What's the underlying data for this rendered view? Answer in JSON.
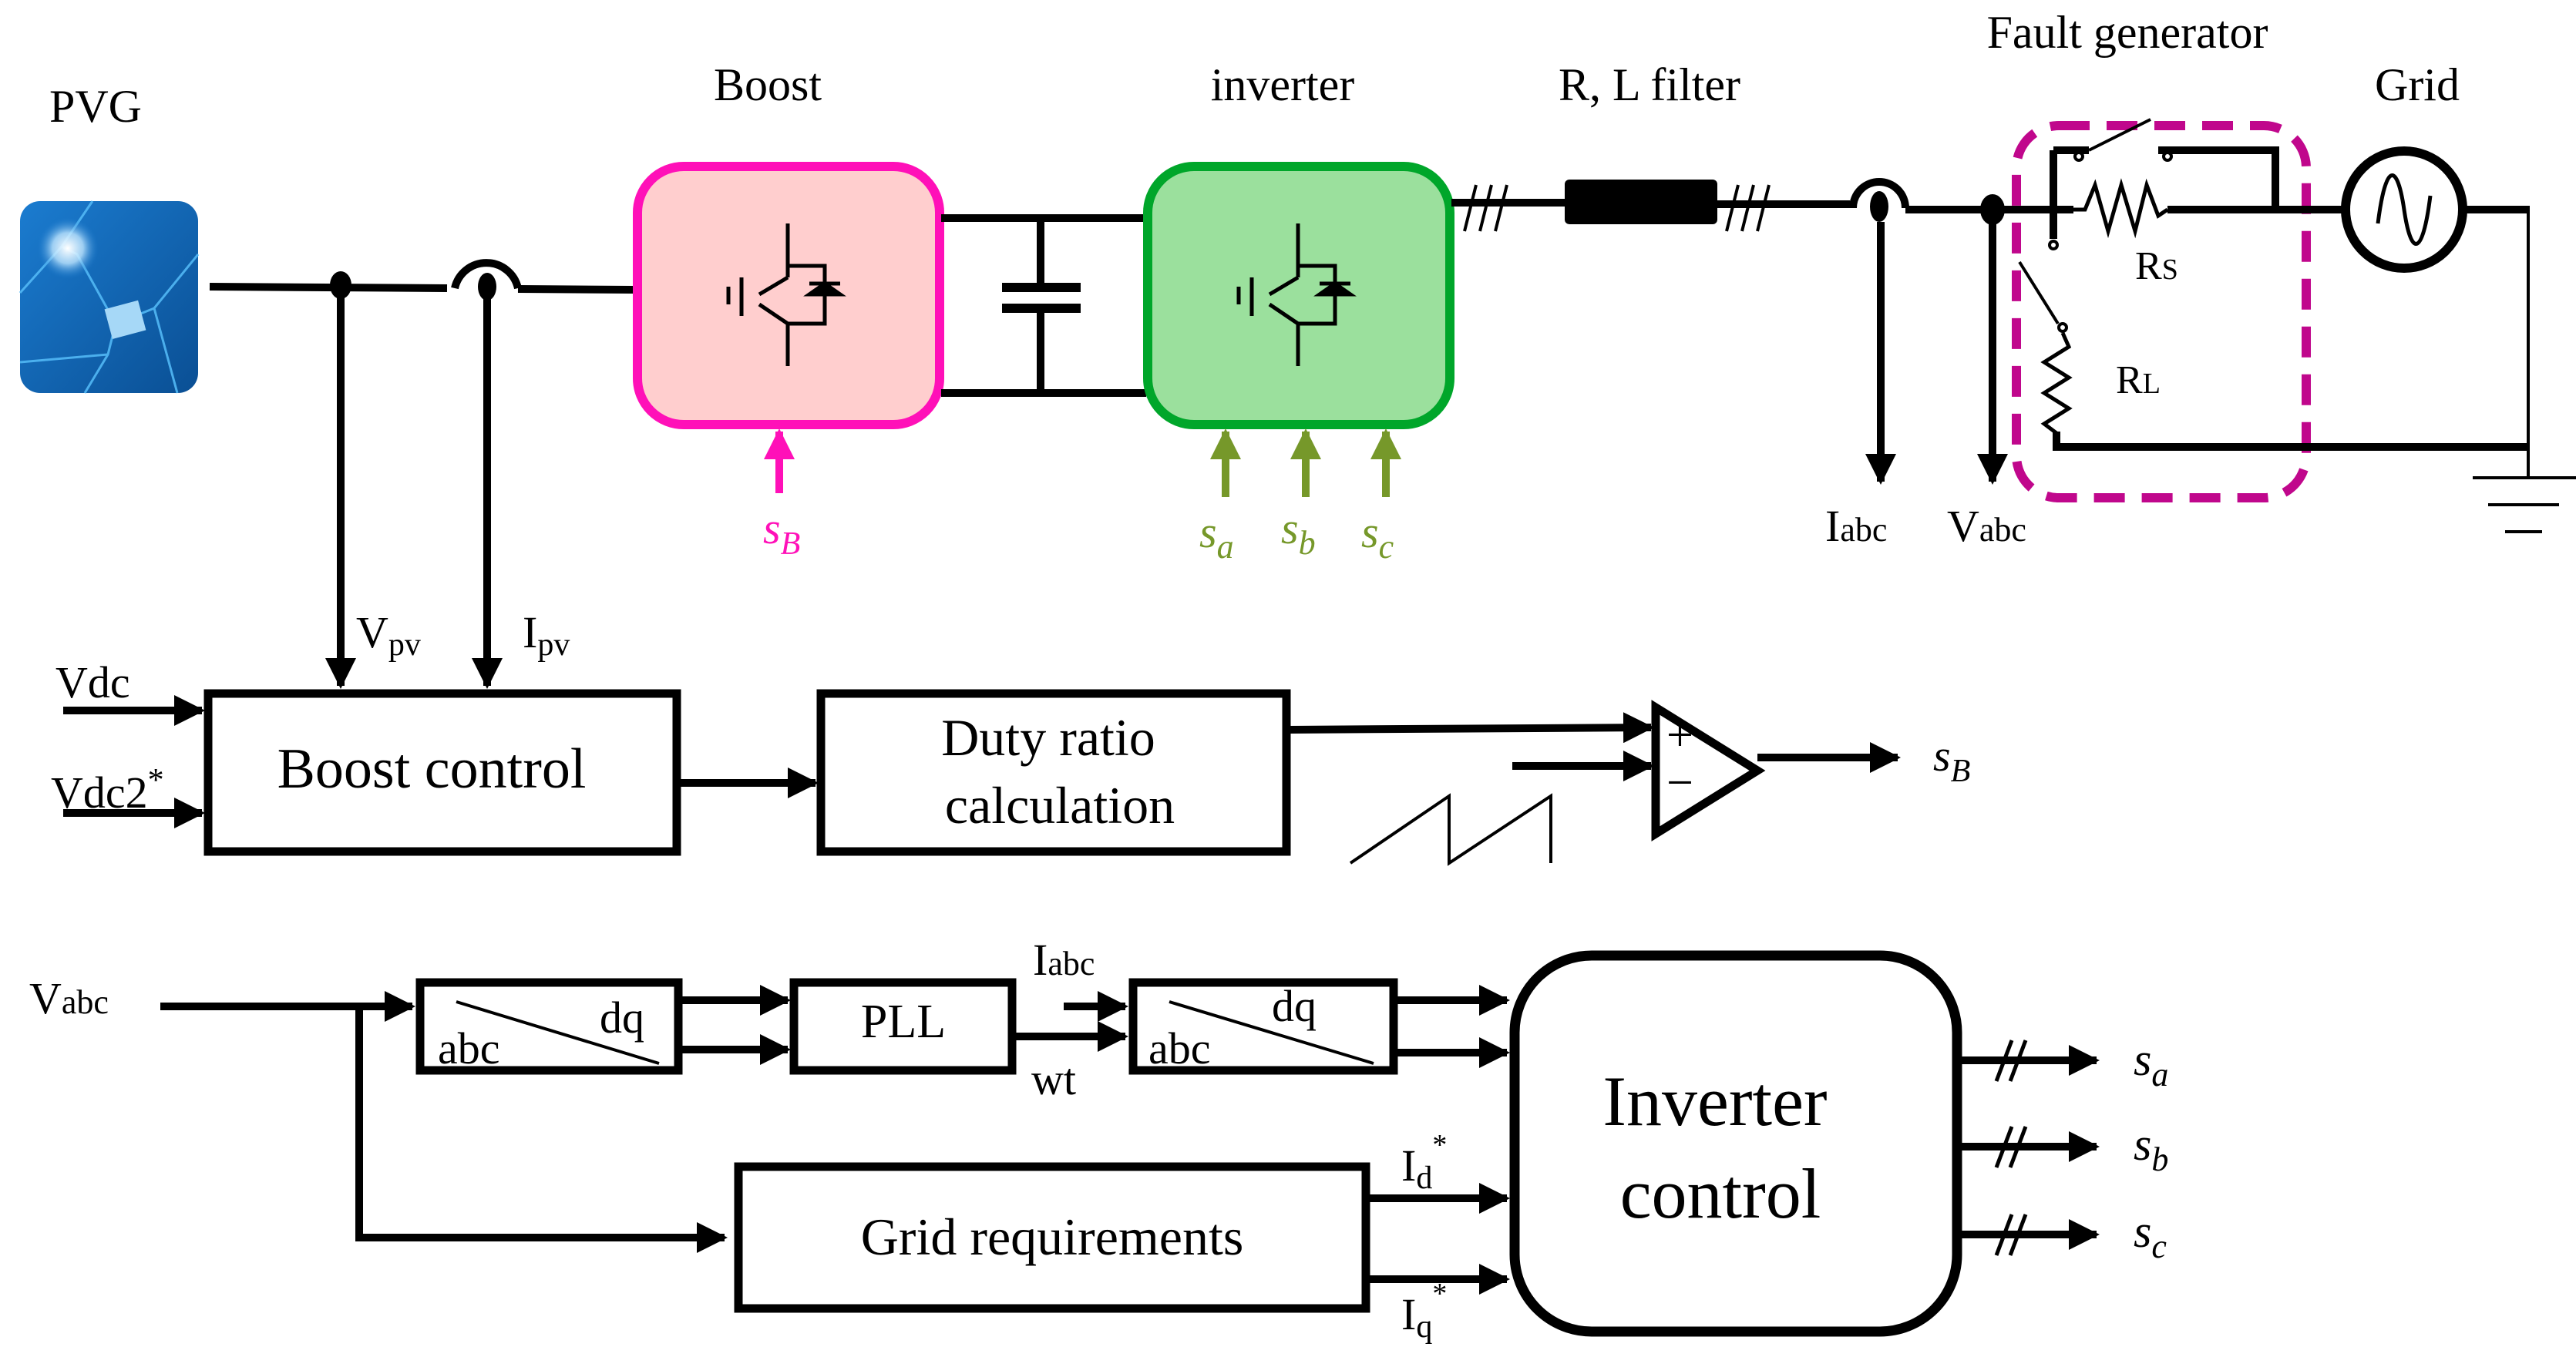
{
  "diagram": {
    "title_labels": {
      "pvg": "PVG",
      "boost": "Boost",
      "inverter": "inverter",
      "filter": "R, L filter",
      "fault_generator": "Fault generator",
      "grid": "Grid"
    },
    "colors": {
      "boost_border": "#ff10b8",
      "boost_fill": "#ffcece",
      "inverter_border": "#00a62a",
      "inverter_fill": "#9be09d",
      "inverter_gate_arrow": "#76982a",
      "fault_border": "#c0078c",
      "pv_panel": "#0b5fa8"
    },
    "power_stage": {
      "boost_gate": {
        "base": "s",
        "sub": "B"
      },
      "inverter_gates": [
        {
          "base": "s",
          "sub": "a"
        },
        {
          "base": "s",
          "sub": "b"
        },
        {
          "base": "s",
          "sub": "c"
        }
      ],
      "measurements": {
        "current": {
          "base": "I",
          "sub": "abc"
        },
        "voltage": {
          "base": "V",
          "sub": "abc"
        }
      },
      "fault": {
        "rs": {
          "base": "R",
          "sub": "S"
        },
        "rl": {
          "base": "R",
          "sub": "L"
        }
      }
    },
    "boost_loop": {
      "vpv": {
        "base": "V",
        "sub": "pv"
      },
      "ipv": {
        "base": "I",
        "sub": "pv"
      },
      "vdc": "Vdc",
      "vdc2": "Vdc2",
      "vdc2_star": "*",
      "boost_control": "Boost control",
      "duty_line1": "Duty ratio",
      "duty_line2": "calculation",
      "plus": "+",
      "minus": "−",
      "output": {
        "base": "s",
        "sub": "B"
      }
    },
    "inverter_loop": {
      "vabc_in": {
        "base": "V",
        "sub": "abc"
      },
      "abcdq1": {
        "from": "abc",
        "to": "dq"
      },
      "pll": "PLL",
      "iabc_in": {
        "base": "I",
        "sub": "abc"
      },
      "wt": "wt",
      "abcdq2": {
        "from": "abc",
        "to": "dq"
      },
      "grid_requirements": "Grid requirements",
      "id_ref": {
        "base": "I",
        "sub": "d",
        "sup": "*"
      },
      "iq_ref": {
        "base": "I",
        "sub": "q",
        "sup": "*"
      },
      "inverter_control_line1": "Inverter",
      "inverter_control_line2": "control",
      "outputs": [
        {
          "base": "s",
          "sub": "a"
        },
        {
          "base": "s",
          "sub": "b"
        },
        {
          "base": "s",
          "sub": "c"
        }
      ]
    }
  }
}
